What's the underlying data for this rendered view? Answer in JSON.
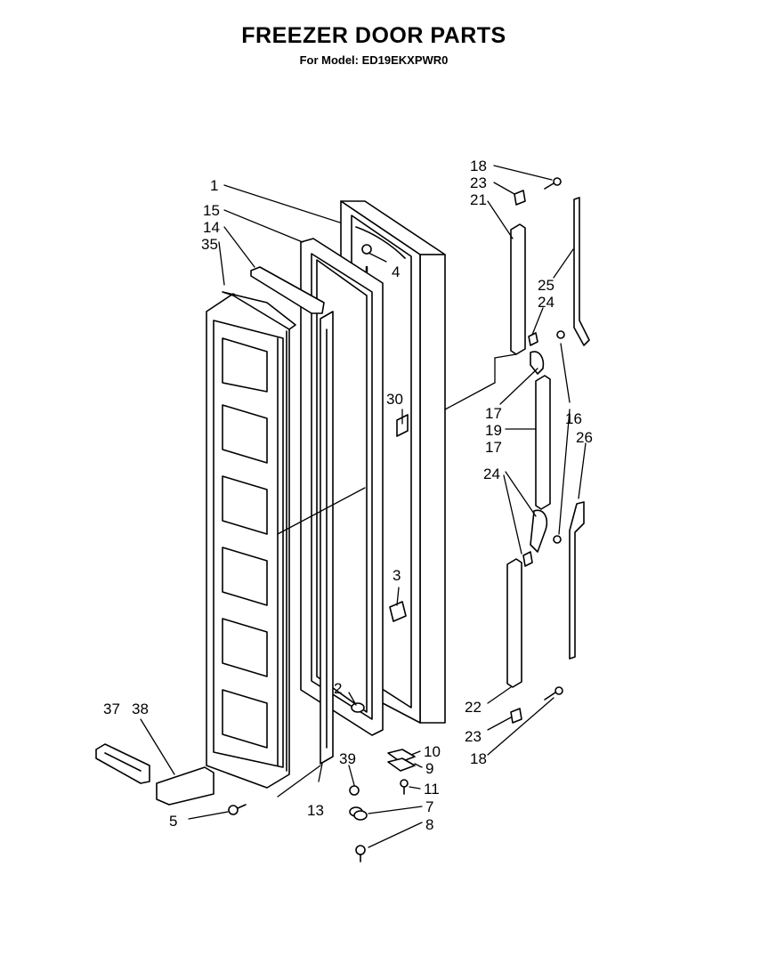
{
  "header": {
    "title": "FREEZER DOOR PARTS",
    "subtitle": "For Model: ED19EKXPWR0"
  },
  "callouts": [
    "1",
    "15",
    "14",
    "35",
    "4",
    "30",
    "3",
    "2",
    "37",
    "38",
    "5",
    "13",
    "39",
    "10",
    "9",
    "11",
    "7",
    "8",
    "18",
    "23",
    "21",
    "25",
    "24",
    "17",
    "19",
    "16",
    "26",
    "22"
  ]
}
